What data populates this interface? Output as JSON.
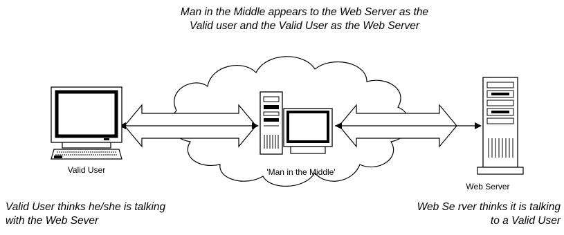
{
  "captions": {
    "top": "Man in the Middle appears to the Web Server as the Valid user and the Valid User as the Web Server",
    "bottom_left": "Valid User thinks he/she is talking with the Web Sever",
    "bottom_right": "Web Se rver thinks it is talking to a Valid User"
  },
  "nodes": {
    "valid_user": "Valid User",
    "man_in_middle": "'Man in the Middle'",
    "web_server": "Web Server"
  },
  "icons": [
    "computer-icon",
    "cloud-icon",
    "tower-computer-icon",
    "monitor-icon",
    "server-icon",
    "double-arrow-icon"
  ]
}
